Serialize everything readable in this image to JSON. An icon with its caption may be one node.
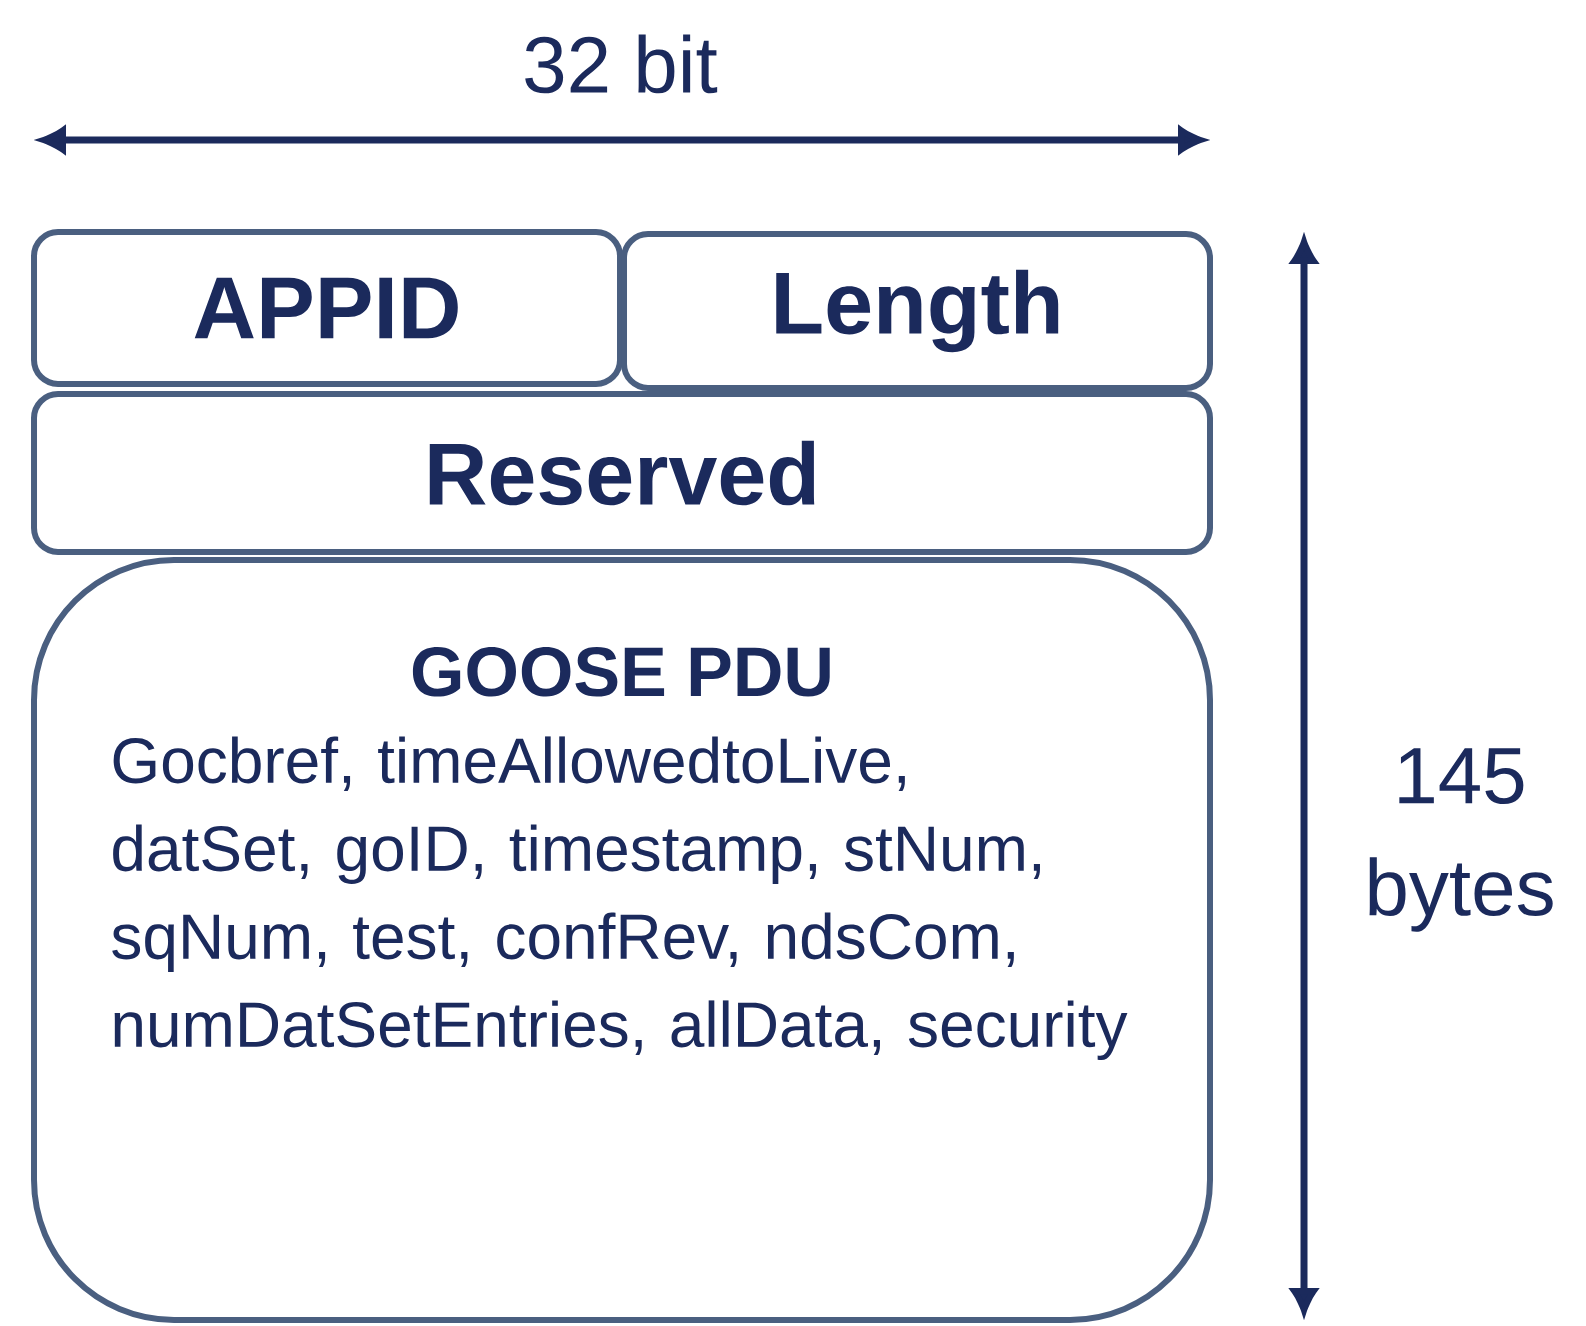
{
  "diagram": {
    "nodes": [
      {
        "text": [
          "APPID"
        ]
      },
      {
        "text": [
          "Length"
        ]
      },
      {
        "text": [
          "Reserved"
        ]
      },
      {
        "text": [
          "GOOSE PDU",
          "Gocbref, timeAllowedtoLive, datSet, goID, timestamp, stNum, sqNum, test, confRev, ndsCom, numDatSetEntries, allData, security"
        ]
      }
    ],
    "edges": [],
    "labels": [
      "32 bit",
      "145 bytes"
    ]
  }
}
